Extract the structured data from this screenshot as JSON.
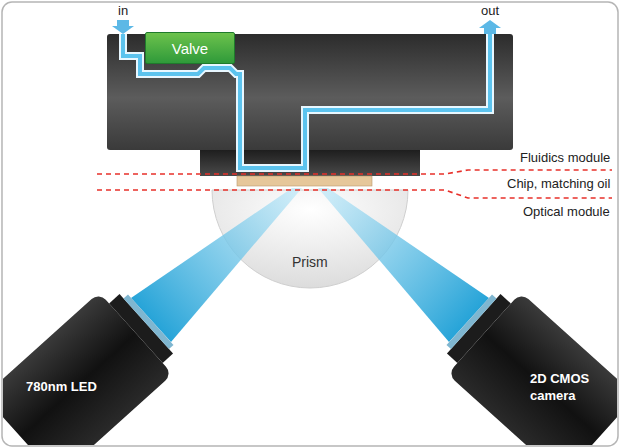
{
  "diagram": {
    "nodes": [
      {
        "text": [
          "Valve"
        ]
      },
      {
        "text": [
          "780nm LED"
        ]
      },
      {
        "text": [
          "2D CMOS camera"
        ]
      }
    ],
    "labels": [
      "in",
      "out",
      "Fluidics module",
      "Chip, matching oil",
      "Optical module",
      "Prism"
    ]
  }
}
